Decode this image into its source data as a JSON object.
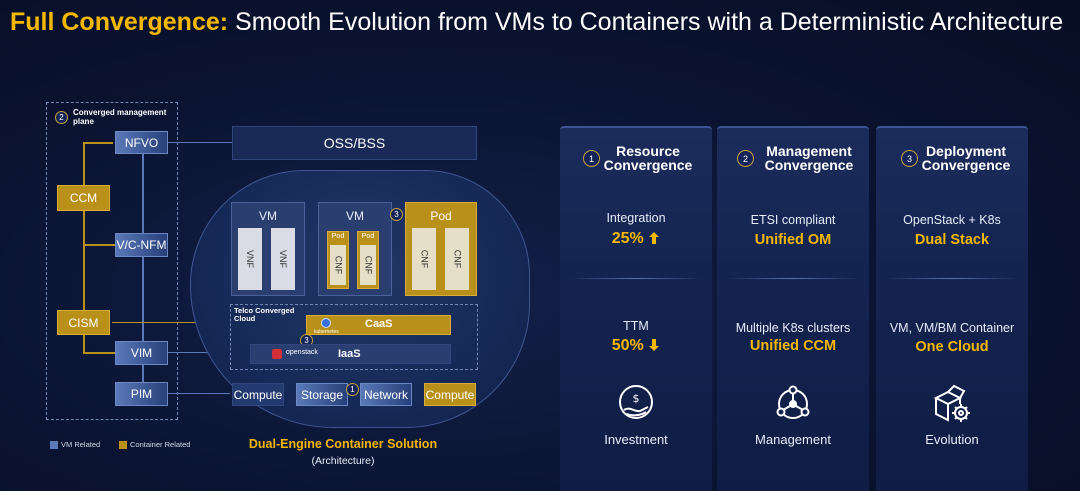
{
  "title": {
    "highlight": "Full Convergence:",
    "rest": "Smooth Evolution from VMs to Containers with a Deterministic Architecture"
  },
  "diagram": {
    "mgmt_plane_num": "2",
    "mgmt_plane_label": "Converged management plane",
    "nfvo": "NFVO",
    "ccm": "CCM",
    "vcnfm": "V/C-NFM",
    "cism": "CISM",
    "vim": "VIM",
    "pim": "PIM",
    "oss_bss": "OSS/BSS",
    "vm1_label": "VM",
    "vm2_label": "VM",
    "pod_label": "Pod",
    "pod_num": "3",
    "vnf": "VNF",
    "cnf": "CNF",
    "small_pod": "Pod",
    "tcc_label": "Telco Converged Cloud",
    "caas": "CaaS",
    "caas_num": "3",
    "k8s_text": "kubernetes",
    "iaas": "IaaS",
    "openstack_text": "openstack",
    "compute1": "Compute",
    "storage": "Storage",
    "network": "Network",
    "compute2": "Compute",
    "infra_num": "1",
    "legend_vm": "VM Related",
    "legend_container": "Container Related",
    "caption": "Dual-Engine Container Solution",
    "subcaption": "(Architecture)",
    "colors": {
      "gold": "#b8901a",
      "blue": "#5a79b8",
      "accent": "#f5b800"
    }
  },
  "panels": [
    {
      "num": "1",
      "heading_line1": "Resource",
      "heading_line2": "Convergence",
      "top_text": "Integration",
      "top_value": "25%",
      "top_arrow": "up",
      "bottom_text": "TTM",
      "bottom_value": "50%",
      "bottom_arrow": "down",
      "icon": "money-hand-icon",
      "footer": "Investment"
    },
    {
      "num": "2",
      "heading_line1": "Management",
      "heading_line2": "Convergence",
      "top_text": "ETSI compliant",
      "top_value": "Unified OM",
      "bottom_text": "Multiple K8s clusters",
      "bottom_value": "Unified CCM",
      "icon": "network-nodes-icon",
      "footer": "Management"
    },
    {
      "num": "3",
      "heading_line1": "Deployment",
      "heading_line2": "Convergence",
      "top_text": "OpenStack + K8s",
      "top_value": "Dual Stack",
      "bottom_text": "VM, VM/BM Container",
      "bottom_value": "One Cloud",
      "icon": "box-gear-icon",
      "footer": "Evolution"
    }
  ]
}
